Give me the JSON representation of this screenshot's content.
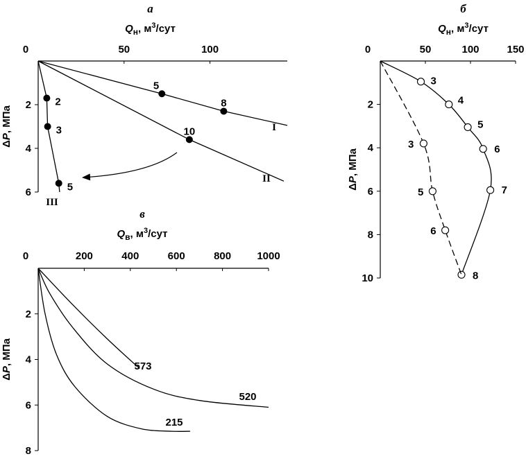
{
  "chart_data": [
    {
      "id": "a",
      "type": "line",
      "panel_letter": "а",
      "x_axis": {
        "label_pre": "Q",
        "label_sub": "н",
        "label_post": ", м",
        "label_sup": "3",
        "label_tail": "/сут",
        "ticks": [
          0,
          50,
          100
        ],
        "range": [
          0,
          145
        ],
        "position": "top"
      },
      "y_axis": {
        "label_pre": "Δ",
        "label_italic": "P",
        "label_post": ", МПа",
        "ticks": [
          2,
          4,
          6
        ],
        "range": [
          0,
          6
        ],
        "inverted": true
      },
      "series": [
        {
          "name": "I",
          "points": [
            [
              0,
              0
            ],
            [
              72,
              1.5
            ],
            [
              108,
              2.3
            ],
            [
              145,
              2.95
            ]
          ],
          "markers": [
            {
              "x": 72,
              "y": 1.5,
              "label": "5"
            },
            {
              "x": 108,
              "y": 2.3,
              "label": "8"
            }
          ]
        },
        {
          "name": "II",
          "points": [
            [
              0,
              0
            ],
            [
              88,
              3.6
            ],
            [
              143,
              5.5
            ]
          ],
          "markers": [
            {
              "x": 88,
              "y": 3.6,
              "label": "10"
            }
          ]
        },
        {
          "name": "III",
          "points": [
            [
              0,
              0
            ],
            [
              5,
              1.7
            ],
            [
              5.5,
              3.0
            ],
            [
              12,
              5.6
            ],
            [
              12.5,
              6.0
            ]
          ],
          "markers": [
            {
              "x": 5,
              "y": 1.7,
              "label": "2"
            },
            {
              "x": 5.5,
              "y": 3.0,
              "label": "3"
            },
            {
              "x": 12,
              "y": 5.6,
              "label": "5"
            }
          ]
        }
      ],
      "annotations": [
        "arrow"
      ],
      "grid": false
    },
    {
      "id": "b",
      "type": "line",
      "panel_letter": "б",
      "x_axis": {
        "label_pre": "Q",
        "label_sub": "н",
        "label_post": ", м",
        "label_sup": "3",
        "label_tail": "/сут",
        "ticks": [
          0,
          50,
          100,
          150
        ],
        "range": [
          0,
          150
        ],
        "position": "top"
      },
      "y_axis": {
        "label_pre": "Δ",
        "label_italic": "P",
        "label_post": ", МПа",
        "ticks": [
          2,
          4,
          6,
          8,
          10
        ],
        "range": [
          0,
          10
        ],
        "inverted": true
      },
      "series": [
        {
          "name": "",
          "style": "solid",
          "points": [
            [
              0,
              0
            ],
            [
              45,
              0.95
            ],
            [
              76,
              2.0
            ],
            [
              97,
              3.05
            ],
            [
              114,
              4.05
            ],
            [
              122,
              5.95
            ],
            [
              90,
              9.85
            ]
          ],
          "markers": [
            {
              "x": 45,
              "y": 0.95,
              "label": "3"
            },
            {
              "x": 76,
              "y": 2.0,
              "label": "4"
            },
            {
              "x": 97,
              "y": 3.05,
              "label": "5"
            },
            {
              "x": 114,
              "y": 4.05,
              "label": "6"
            },
            {
              "x": 122,
              "y": 5.95,
              "label": "7"
            },
            {
              "x": 90,
              "y": 9.85,
              "label": "8"
            }
          ]
        },
        {
          "name": "",
          "style": "dashed",
          "points": [
            [
              0,
              0
            ],
            [
              48,
              3.8
            ],
            [
              58,
              6.0
            ],
            [
              72,
              7.8
            ],
            [
              90,
              9.85
            ]
          ],
          "markers": [
            {
              "x": 48,
              "y": 3.8,
              "label": "3"
            },
            {
              "x": 58,
              "y": 6.0,
              "label": "5"
            },
            {
              "x": 72,
              "y": 7.8,
              "label": "6"
            }
          ]
        }
      ],
      "grid": false
    },
    {
      "id": "c",
      "type": "line",
      "panel_letter": "в",
      "x_axis": {
        "label_pre": "Q",
        "label_sub": "в",
        "label_post": ", м",
        "label_sup": "3",
        "label_tail": "/сут",
        "ticks": [
          0,
          200,
          400,
          600,
          800,
          1000
        ],
        "range": [
          0,
          1000
        ],
        "position": "top"
      },
      "y_axis": {
        "label_pre": "Δ",
        "label_italic": "P",
        "label_post": ", МПа",
        "ticks": [
          2,
          4,
          6,
          8
        ],
        "range": [
          0,
          8
        ],
        "inverted": true
      },
      "series": [
        {
          "name": "573",
          "points": [
            [
              0,
              0
            ],
            [
              150,
              1.6
            ],
            [
              300,
              3.1
            ],
            [
              440,
              4.4
            ]
          ]
        },
        {
          "name": "520",
          "points": [
            [
              0,
              0
            ],
            [
              50,
              1.1
            ],
            [
              150,
              2.6
            ],
            [
              300,
              4.2
            ],
            [
              500,
              5.3
            ],
            [
              700,
              5.8
            ],
            [
              1000,
              6.1
            ]
          ]
        },
        {
          "name": "215",
          "points": [
            [
              0,
              0
            ],
            [
              30,
              2.0
            ],
            [
              80,
              3.8
            ],
            [
              160,
              5.2
            ],
            [
              300,
              6.5
            ],
            [
              450,
              7.05
            ],
            [
              580,
              7.15
            ],
            [
              660,
              7.15
            ]
          ]
        }
      ],
      "grid": false
    }
  ]
}
